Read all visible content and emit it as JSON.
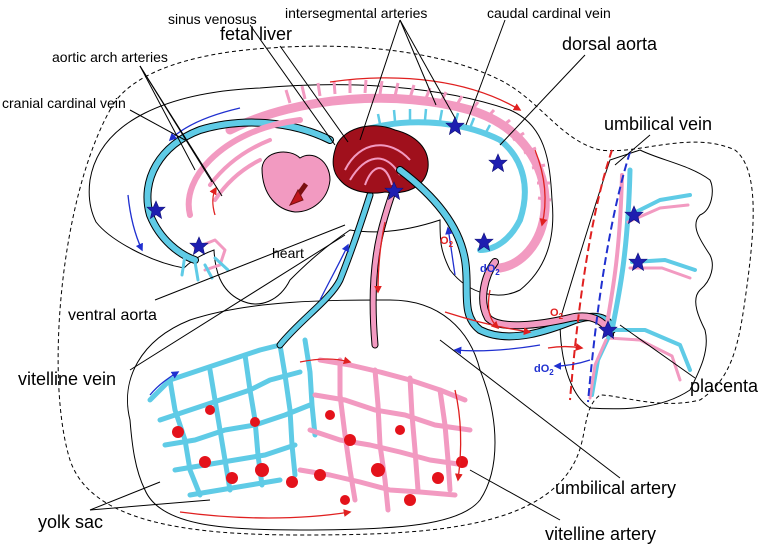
{
  "labels": {
    "sinus_venosus": "sinus venosus",
    "intersegmental_arteries": "intersegmental arteries",
    "caudal_cardinal_vein": "caudal cardinal vein",
    "fetal_liver": "fetal liver",
    "dorsal_aorta": "dorsal aorta",
    "aortic_arch_arteries": "aortic arch arteries",
    "cranial_cardinal_vein": "cranial cardinal vein",
    "umbilical_vein": "umbilical vein",
    "heart": "heart",
    "ventral_aorta": "ventral aorta",
    "vitelline_vein": "vitelline vein",
    "placenta": "placenta",
    "umbilical_artery": "umbilical artery",
    "yolk_sac": "yolk sac",
    "vitelline_artery": "vitelline artery"
  },
  "gas_labels": {
    "o2_embryo": "O",
    "o2_embryo_sub": "2",
    "do2_embryo": "dO",
    "do2_embryo_sub": "2",
    "o2_placenta": "O",
    "o2_placenta_sub": "2",
    "do2_placenta": "dO",
    "do2_placenta_sub": "2"
  },
  "colors": {
    "arterial_pink": "#f29ac1",
    "venous_cyan": "#5fcbe6",
    "liver_dark_red": "#a0101c",
    "capillary_red": "#e4121b",
    "heart_pink": "#f29ac1",
    "oxygen_red": "#e02020",
    "deoxy_blue": "#2030d0",
    "star_blue": "#1e1eb0"
  },
  "icons": {
    "star_marker": "star",
    "flow_arrow": "arrow"
  }
}
